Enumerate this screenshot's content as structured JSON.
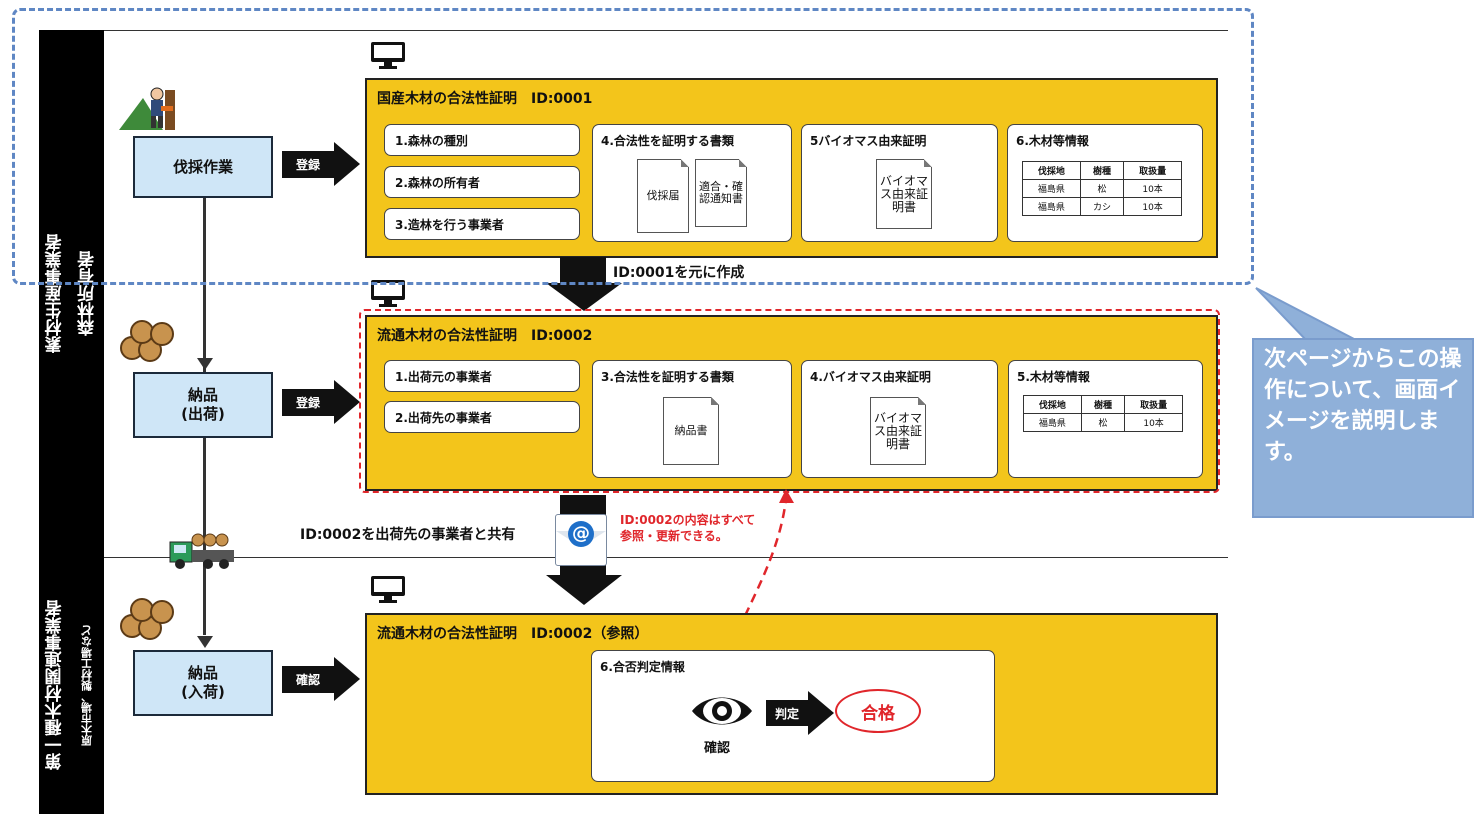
{
  "lanes": {
    "upper_outer": "素材生産事業者",
    "upper_inner": "森林所有者",
    "lower_outer": "第一種木材関連事業者",
    "lower_inner": "原木市場、製材工場など"
  },
  "processes": {
    "felling": "伐採作業",
    "delivery_ship_line1": "納品",
    "delivery_ship_line2": "(出荷)",
    "delivery_receive_line1": "納品",
    "delivery_receive_line2": "(入荷)"
  },
  "actions": {
    "register1": "登録",
    "register2": "登録",
    "confirm": "確認"
  },
  "cert1": {
    "title": "国産木材の合法性証明",
    "id": "ID:0001",
    "items": [
      "1.森林の種別",
      "2.森林の所有者",
      "3.造林を行う事業者"
    ],
    "docs_title": "4.合法性を証明する書類",
    "doc_a": "伐採届",
    "doc_b": "適合・確認通知書",
    "biomass_title": "5バイオマス由来証明",
    "biomass_doc": "バイオマス由来証明書",
    "wood_title": "6.木材等情報",
    "table_header": [
      "伐採地",
      "樹種",
      "取扱量"
    ],
    "table_rows": [
      [
        "福島県",
        "松",
        "10本"
      ],
      [
        "福島県",
        "カシ",
        "10本"
      ]
    ]
  },
  "create_note": "ID:0001を元に作成",
  "cert2": {
    "title": "流通木材の合法性証明",
    "id": "ID:0002",
    "items": [
      "1.出荷元の事業者",
      "2.出荷先の事業者"
    ],
    "docs_title": "3.合法性を証明する書類",
    "doc_a": "納品書",
    "biomass_title": "4.バイオマス由来証明",
    "biomass_doc": "バイオマス由来証明書",
    "wood_title": "5.木材等情報",
    "table_header": [
      "伐採地",
      "樹種",
      "取扱量"
    ],
    "table_rows": [
      [
        "福島県",
        "松",
        "10本"
      ]
    ]
  },
  "share_note": "ID:0002を出荷先の事業者と共有",
  "mail_symbol": "@",
  "red_note_line1": "ID:0002の内容はすべて",
  "red_note_line2": "参照・更新できる。",
  "cert3": {
    "title": "流通木材の合法性証明",
    "id": "ID:0002（参照）",
    "panel_title": "6.合否判定情報",
    "eye_label": "確認",
    "judge": "判定",
    "result": "合格"
  },
  "callout": "次ページからこの操作について、画面イメージを説明します。",
  "colors": {
    "yellow": "#f3c51b",
    "process_blue": "#cfe6f7",
    "dash_blue": "#5f87c4",
    "red": "#e0262b"
  }
}
